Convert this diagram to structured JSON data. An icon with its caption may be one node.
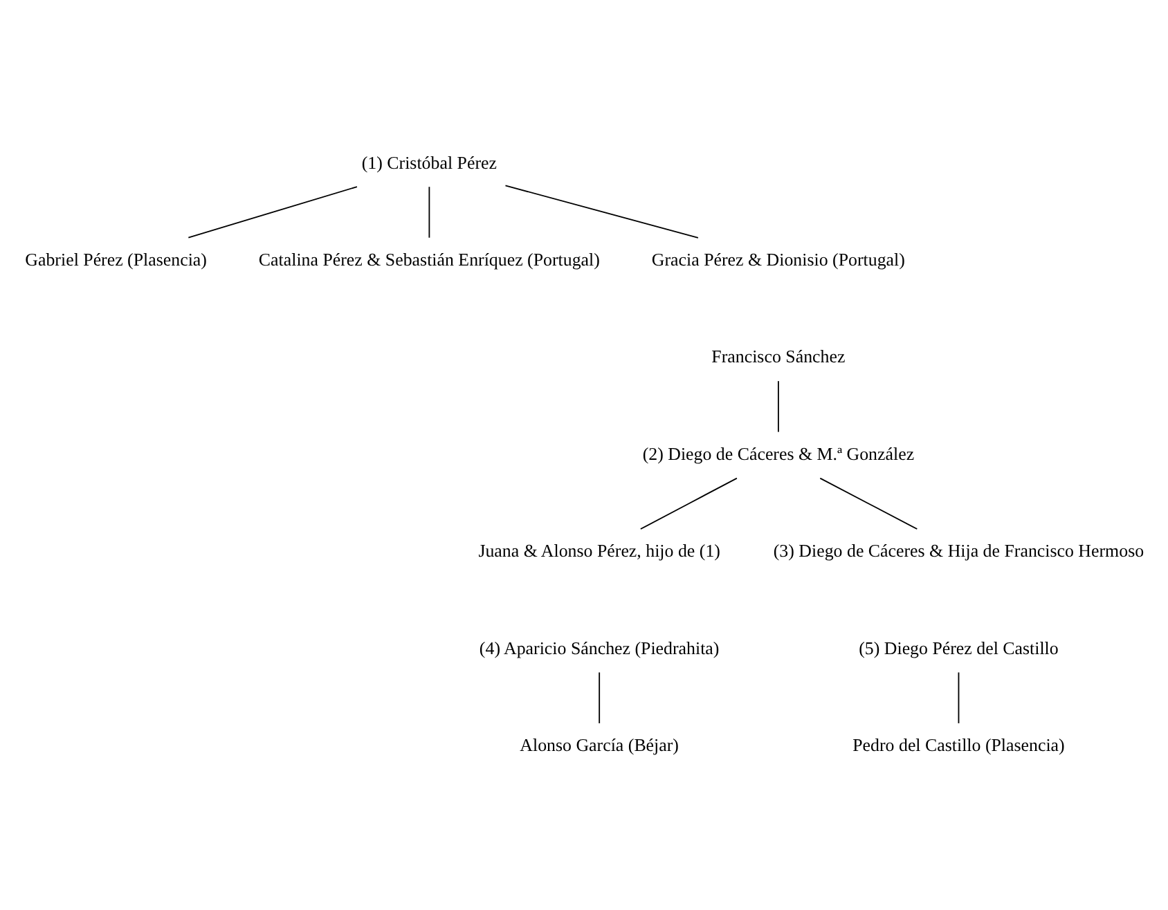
{
  "diagram": {
    "nodes": [
      {
        "text": [
          "(1) Cristóbal Pérez"
        ]
      },
      {
        "text": [
          "Gabriel Pérez (Plasencia)"
        ]
      },
      {
        "text": [
          "Catalina Pérez & Sebastián Enríquez (Portugal)"
        ]
      },
      {
        "text": [
          "Gracia Pérez & Dionisio (Portugal)"
        ]
      },
      {
        "text": [
          "Francisco Sánchez"
        ]
      },
      {
        "text": [
          "(2) Diego de Cáceres & M.ª González"
        ]
      },
      {
        "text": [
          "Juana & Alonso Pérez, hijo de (1)"
        ]
      },
      {
        "text": [
          "(3) Diego de Cáceres & Hija de Francisco Hermoso"
        ]
      },
      {
        "text": [
          "(4) Aparicio Sánchez (Piedrahita)"
        ]
      },
      {
        "text": [
          "(5) Diego Pérez del Castillo"
        ]
      },
      {
        "text": [
          "Alonso García (Béjar)"
        ]
      },
      {
        "text": [
          "Pedro del Castillo (Plasencia)"
        ]
      }
    ],
    "edges": [
      {
        "from": 0,
        "to": 1,
        "arrow": "none"
      },
      {
        "from": 0,
        "to": 2,
        "arrow": "none"
      },
      {
        "from": 0,
        "to": 3,
        "arrow": "none"
      },
      {
        "from": 4,
        "to": 5,
        "arrow": "none"
      },
      {
        "from": 5,
        "to": 6,
        "arrow": "none"
      },
      {
        "from": 5,
        "to": 7,
        "arrow": "none"
      },
      {
        "from": 8,
        "to": 10,
        "arrow": "none"
      },
      {
        "from": 9,
        "to": 11,
        "arrow": "none"
      }
    ]
  }
}
